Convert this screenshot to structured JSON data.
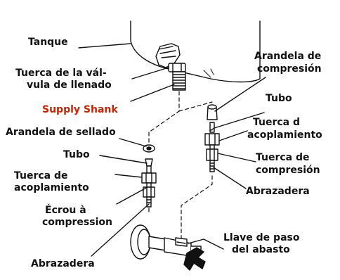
{
  "labels": {
    "tank": "Tanque",
    "fill_valve_nut_1": "Tuerca de la vál-",
    "fill_valve_nut_2": "vula de llenado",
    "supply_shank": "Supply Shank",
    "sealing_washer": "Arandela de sellado",
    "tube_left": "Tubo",
    "coupling_nut_left_1": "Tuerca de",
    "coupling_nut_left_2": "acoplamiento",
    "compression_nut_left_1": "Écrou à",
    "compression_nut_left_2": "compression",
    "clamp_left": "Abrazadera",
    "compression_washer_1": "Arandela de",
    "compression_washer_2": "compresión",
    "tube_right": "Tubo",
    "coupling_nut_right_1": "Tuerca d",
    "coupling_nut_right_2": "acoplamiento",
    "compression_nut_right_1": "Tuerca de",
    "compression_nut_right_2": "compresión",
    "clamp_right": "Abrazadera",
    "supply_valve_1": "Llave de paso",
    "supply_valve_2": "del abasto"
  },
  "colors": {
    "highlight": "#cc2200",
    "line": "#111111"
  }
}
